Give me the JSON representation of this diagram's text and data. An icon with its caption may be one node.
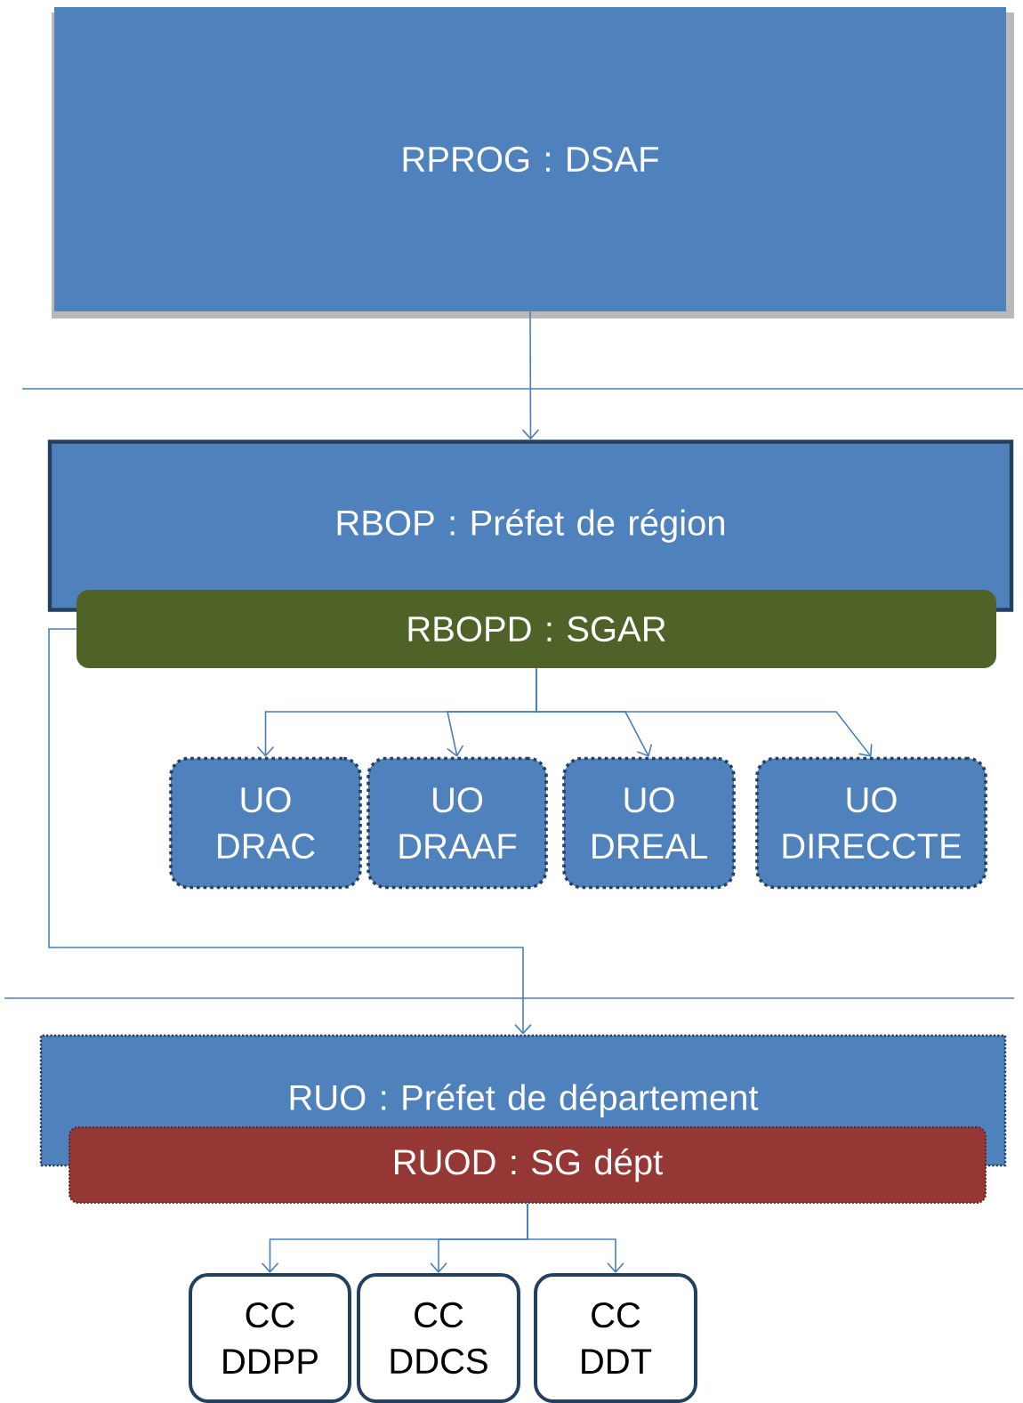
{
  "diagram": {
    "nodes": [
      {
        "text": [
          "RPROG : DSAF"
        ]
      },
      {
        "text": [
          "RBOP : Préfet de région"
        ]
      },
      {
        "text": [
          "RBOPD : SGAR"
        ]
      },
      {
        "text": [
          "UO DRAC"
        ]
      },
      {
        "text": [
          "UO DRAAF"
        ]
      },
      {
        "text": [
          "UO DREAL"
        ]
      },
      {
        "text": [
          "UO DIRECCTE"
        ]
      },
      {
        "text": [
          "RUO : Préfet de département"
        ]
      },
      {
        "text": [
          "RUOD : SG dépt"
        ]
      },
      {
        "text": [
          "CC DDPP"
        ]
      },
      {
        "text": [
          "CC DDCS"
        ]
      },
      {
        "text": [
          "CC DDT"
        ]
      }
    ],
    "edges": [
      {
        "from": 0,
        "to": 1,
        "arrow": "to"
      },
      {
        "from": 2,
        "to": 3,
        "arrow": "to"
      },
      {
        "from": 2,
        "to": 4,
        "arrow": "to"
      },
      {
        "from": 2,
        "to": 5,
        "arrow": "to"
      },
      {
        "from": 2,
        "to": 6,
        "arrow": "to"
      },
      {
        "from": 2,
        "to": 7,
        "arrow": "to"
      },
      {
        "from": 8,
        "to": 9,
        "arrow": "to"
      },
      {
        "from": 8,
        "to": 10,
        "arrow": "to"
      },
      {
        "from": 8,
        "to": 11,
        "arrow": "to"
      }
    ]
  }
}
